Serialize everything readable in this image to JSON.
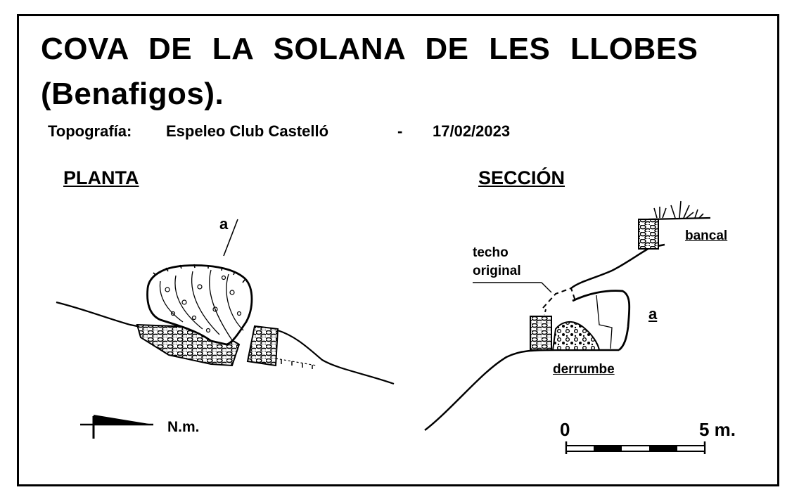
{
  "title": {
    "line1": "COVA DE LA SOLANA DE LES LLOBES",
    "line2": "(Benafigos)."
  },
  "credit": {
    "label": "Topografía:",
    "author": "Espeleo Club Castelló",
    "separator": "-",
    "date": "17/02/2023"
  },
  "plan": {
    "heading": "PLANTA",
    "section_marker": "a",
    "north_label": "N.m.",
    "north_icon": "magnetic-north-arrow"
  },
  "section": {
    "heading": "SECCIÓN",
    "roof_label_line1": "techo",
    "roof_label_line2": "original",
    "terrace_label": "bancal",
    "marker": "a",
    "collapse_label": "derrumbe"
  },
  "scale_bar": {
    "start": "0",
    "end": "5 m."
  },
  "colors": {
    "ink": "#000000",
    "paper": "#ffffff"
  }
}
